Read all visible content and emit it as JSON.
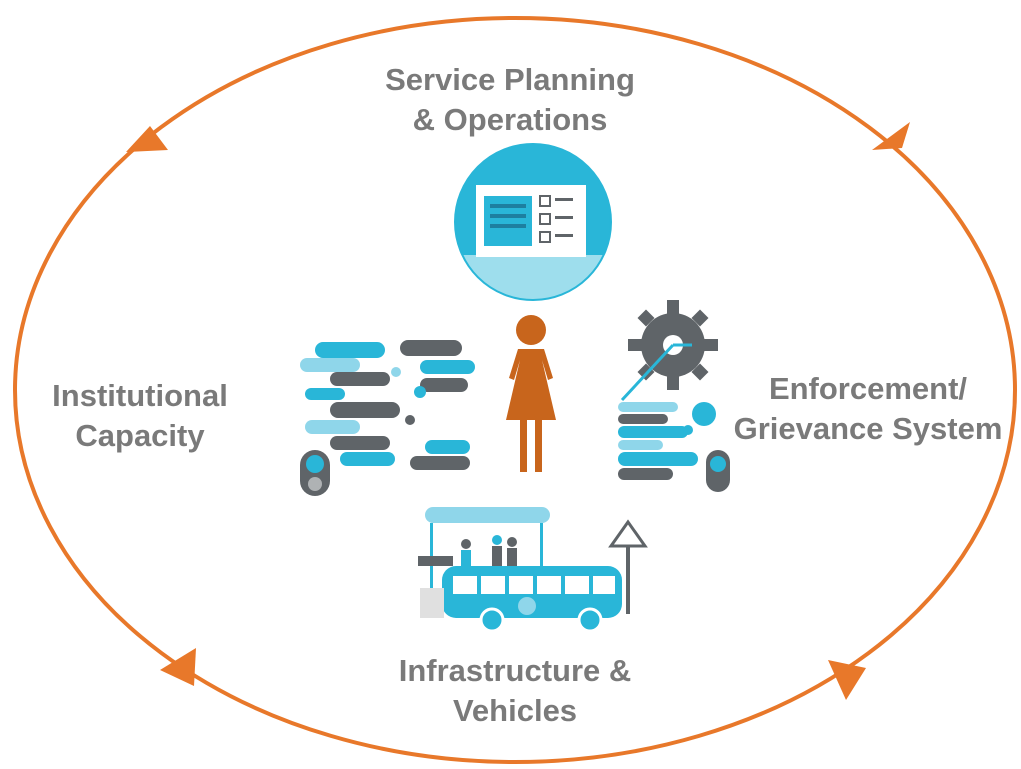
{
  "diagram": {
    "center": {
      "icon": "woman-icon"
    },
    "nodes": [
      {
        "id": "top",
        "lines": [
          "Service Planning",
          "& Operations"
        ],
        "icon": "planning-document-icon"
      },
      {
        "id": "right",
        "lines": [
          "Enforcement/",
          "Grievance System"
        ],
        "icon": "gear-icon"
      },
      {
        "id": "bottom",
        "lines": [
          "Infrastructure &",
          "Vehicles"
        ],
        "icon": "bus-icon"
      },
      {
        "id": "left",
        "lines": [
          "Institutional",
          "Capacity"
        ],
        "icon": "network-capacity-icon"
      }
    ],
    "cycle": {
      "arrows": 4
    }
  },
  "colors": {
    "ring": "#e8782a",
    "label": "#7a7a7a",
    "accent": "#29b6d8",
    "accent_light": "#8fd6ea",
    "figure": "#c8651c",
    "dark": "#5f6468"
  }
}
